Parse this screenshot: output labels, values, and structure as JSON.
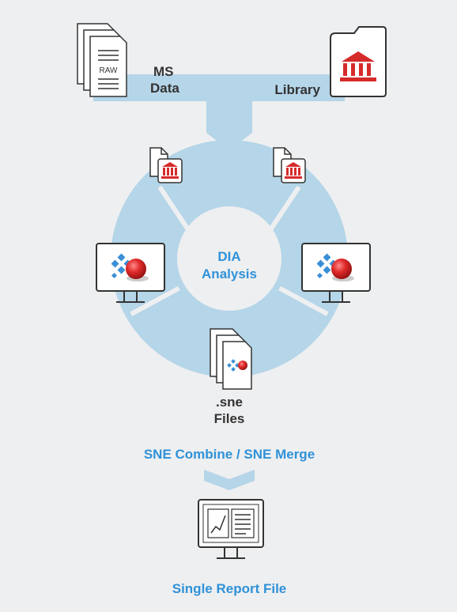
{
  "colors": {
    "background": "#eeeff1",
    "flow_fill": "#b5d5e8",
    "accent_red": "#d62b2b",
    "label_blue": "#2f92d8",
    "label_dark": "#333333"
  },
  "inputs": {
    "ms_data_line1": "MS",
    "ms_data_line2": "Data",
    "raw_label": "RAW",
    "library": "Library"
  },
  "center": {
    "line1": "DIA",
    "line2": "Analysis"
  },
  "sne_files": {
    "line1": ".sne",
    "line2": "Files"
  },
  "combine_label": "SNE Combine / SNE Merge",
  "output_label": "Single Report File",
  "icons": [
    "raw-file-stack-icon",
    "library-folder-icon",
    "file-library-icon",
    "spectronaut-monitor-icon",
    "sne-file-stack-icon",
    "report-monitor-icon"
  ]
}
